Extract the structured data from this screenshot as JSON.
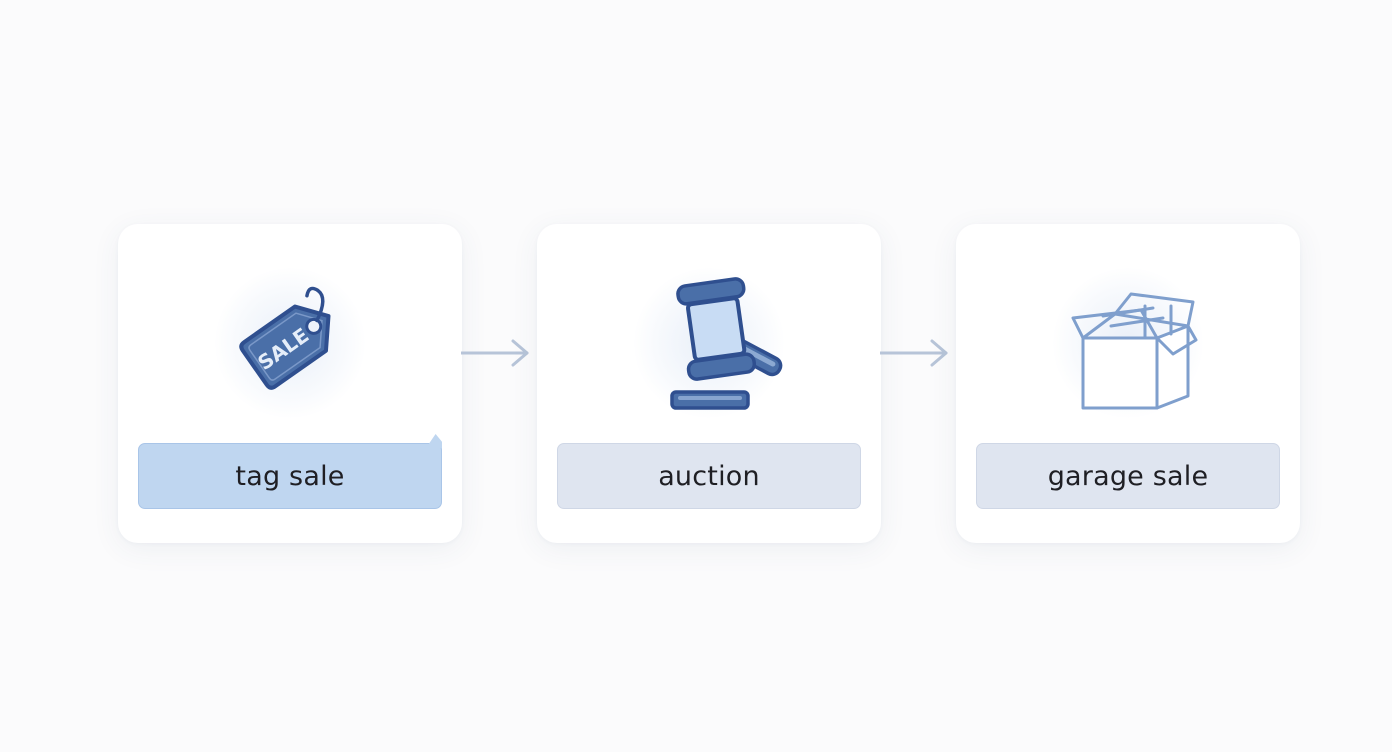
{
  "steps": [
    {
      "label": "tag sale",
      "icon": "price-tag-icon",
      "tag_text": "SALE"
    },
    {
      "label": "auction",
      "icon": "gavel-icon"
    },
    {
      "label": "garage sale",
      "icon": "box-icon"
    }
  ],
  "colors": {
    "icon_navy": "#2f4f8f",
    "icon_fill": "#4a6fa8",
    "icon_light": "#b9d0ee",
    "box_stroke": "#7f9fcd",
    "arrow": "#b7c4d8",
    "label_active_bg": "#bfd6f0",
    "label_bg": "#dfe5f0"
  }
}
